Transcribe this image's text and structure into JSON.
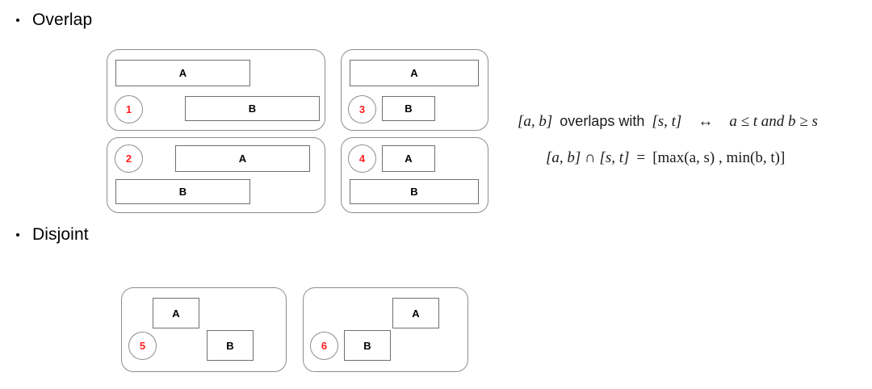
{
  "slide": {
    "background_color": "#ffffff",
    "accent_color": "#ff2020",
    "outline_color": "#8d8d8d",
    "box_outline_color": "#6f6f6f"
  },
  "sections": [
    {
      "id": "overlap",
      "label": "Overlap"
    },
    {
      "id": "disjoint",
      "label": "Disjoint"
    }
  ],
  "cards": [
    {
      "number": "1",
      "section": "overlap",
      "box_a_label": "A",
      "box_b_label": "B",
      "description": "A starts left, B starts right and extends past A end"
    },
    {
      "number": "2",
      "section": "overlap",
      "box_a_label": "A",
      "box_b_label": "B",
      "description": "A offset right on top row, B left on bottom row"
    },
    {
      "number": "3",
      "section": "overlap",
      "box_a_label": "A",
      "box_b_label": "B",
      "description": "A wide on top, B narrow contained inside A span"
    },
    {
      "number": "4",
      "section": "overlap",
      "box_a_label": "A",
      "box_b_label": "B",
      "description": "A narrow on top contained inside B span, B wide below"
    },
    {
      "number": "5",
      "section": "disjoint",
      "box_a_label": "A",
      "box_b_label": "B",
      "description": "A ends before B starts"
    },
    {
      "number": "6",
      "section": "disjoint",
      "box_a_label": "A",
      "box_b_label": "B",
      "description": "B ends before A starts"
    }
  ],
  "formulas": {
    "line1": {
      "lhs_interval": "[a, b]",
      "relation_text": "overlaps with",
      "rhs_interval": "[s, t]",
      "iff_symbol": "↔",
      "condition": "a ≤ t and b ≥ s"
    },
    "line2": {
      "lhs": "[a, b] ∩ [s, t]",
      "equals": "=",
      "rhs": "[max(a, s) , min(b, t)]"
    }
  }
}
